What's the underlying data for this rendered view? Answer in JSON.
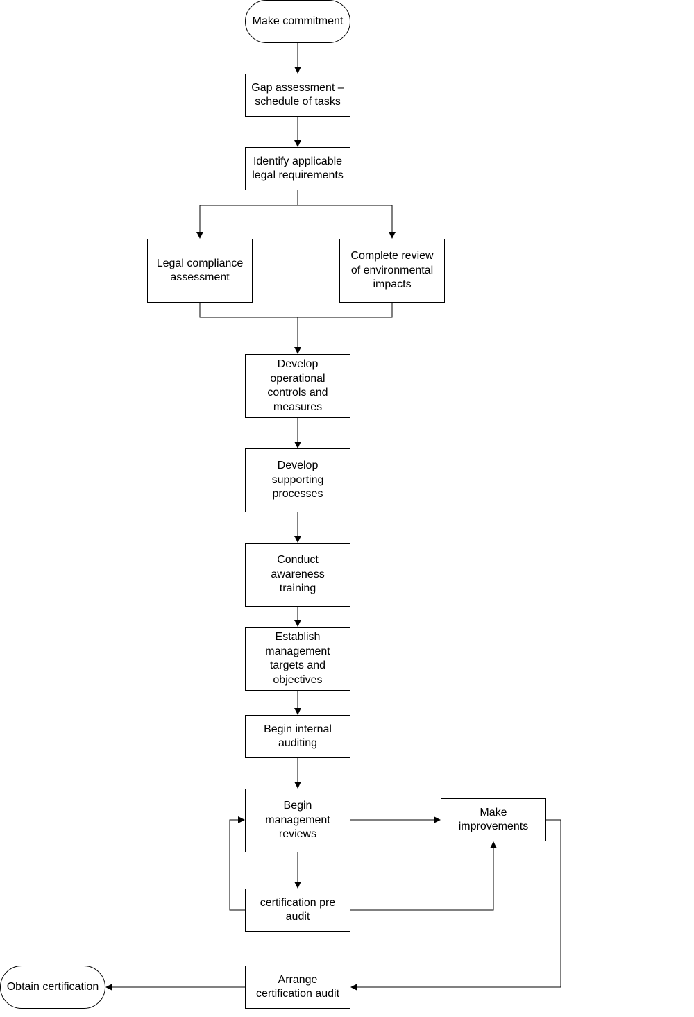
{
  "colors": {
    "stroke": "#000000",
    "fill": "#ffffff",
    "text": "#000000"
  },
  "flowchart": {
    "start": "Make commitment",
    "gap_assessment": "Gap assessment –\nschedule of tasks",
    "identify_legal": "Identify applicable\nlegal requirements",
    "legal_compliance": "Legal compliance\nassessment",
    "env_review": "Complete review\nof environmental\nimpacts",
    "operational_controls": "Develop\noperational\ncontrols and\nmeasures",
    "supporting_processes": "Develop\nsupporting\nprocesses",
    "awareness_training": "Conduct\nawareness\ntraining",
    "targets_objectives": "Establish\nmanagement\ntargets and\nobjectives",
    "internal_auditing": "Begin internal\nauditing",
    "management_reviews": "Begin\nmanagement\nreviews",
    "make_improvements": "Make\nimprovements",
    "pre_audit": "certification pre\naudit",
    "arrange_audit": "Arrange\ncertification audit",
    "end": "Obtain certification"
  }
}
